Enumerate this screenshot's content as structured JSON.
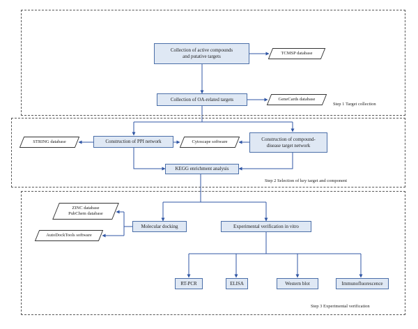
{
  "steps": {
    "step1": "Step 1 Target collection",
    "step2": "Step 2 Selection of key target and component",
    "step3": "Step 3 Experimental verification"
  },
  "nodes": {
    "active_compounds": "Collection of active compounds\nand putative targets",
    "tcmsp": "TCMSP database",
    "oa_targets": "Collection of OA-related targets",
    "genecards": "GeneCards database",
    "string_db": "STRING database",
    "ppi": "Construction of PPI network",
    "cytoscape": "Cytoscape software",
    "compound_disease": "Construction of compound-\ndisease target network",
    "kegg": "KEGG enrichment analysis",
    "zinc_pubchem": "ZINC database\nPubChem database",
    "autodock": "AutoDockTools software",
    "docking": "Molecular docking",
    "verification": "Experimental verification in vitro",
    "rtpcr": "RT-PCR",
    "elisa": "ELISA",
    "western": "Western blot",
    "immuno": "Immunofluorescence"
  },
  "colors": {
    "process_fill": "#dfe8f4",
    "process_border": "#4a6ea8",
    "connector": "#2f55a4"
  }
}
